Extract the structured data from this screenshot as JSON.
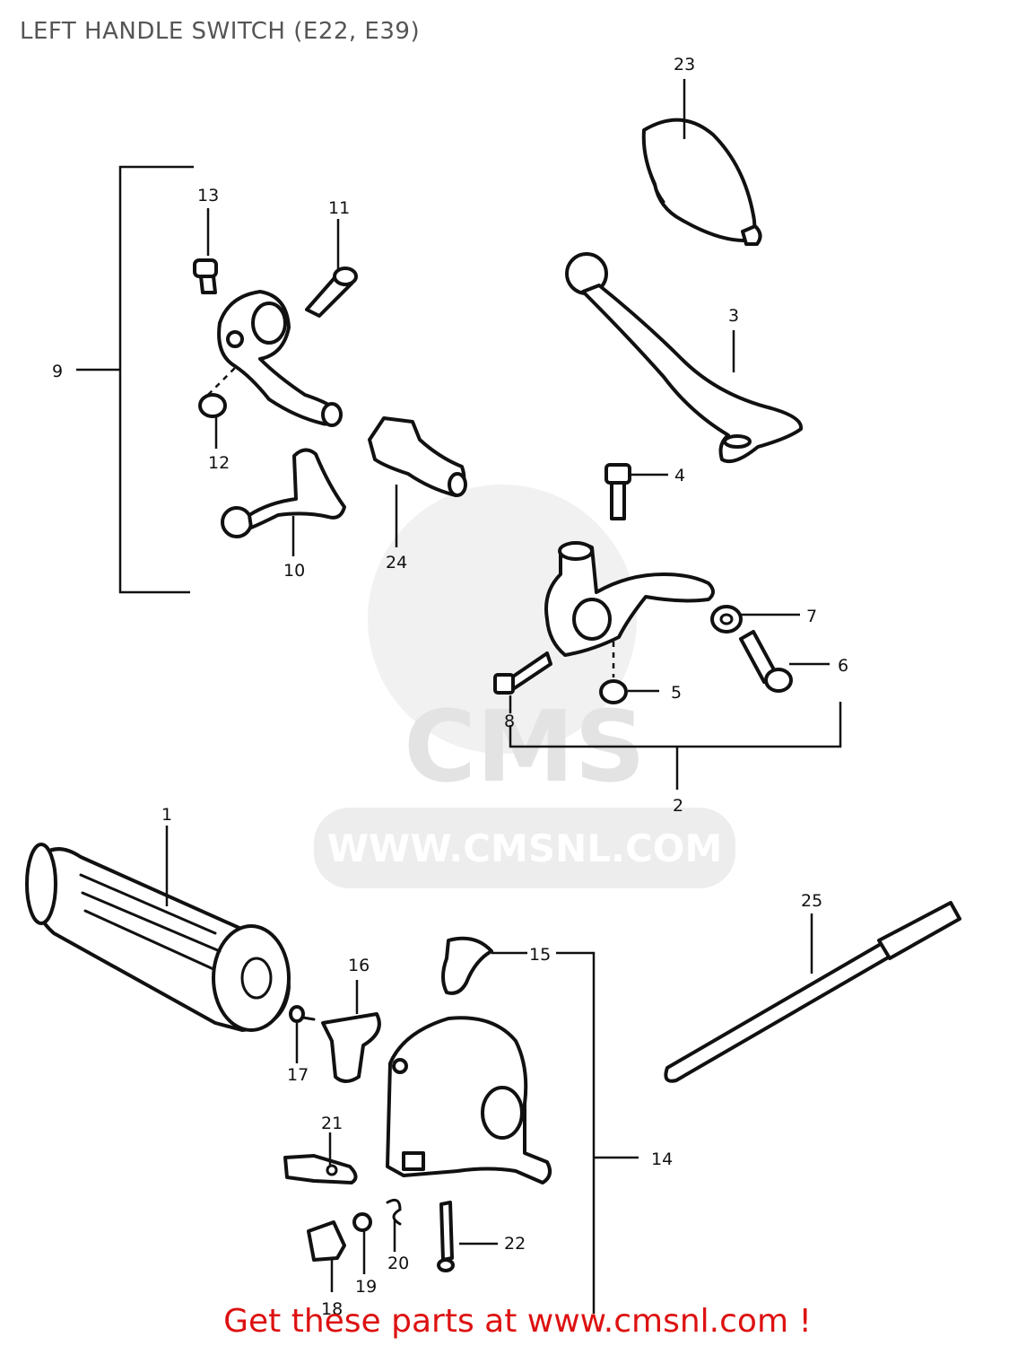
{
  "title": "LEFT HANDLE SWITCH (E22, E39)",
  "promo_text": "Get these parts at www.cmsnl.com !",
  "watermark": {
    "logo_text": "CMS",
    "url_text": "WWW.CMSNL.COM"
  },
  "colors": {
    "promo": "#dd1111",
    "title": "#555555",
    "watermark": "#e3e3e3"
  },
  "callouts": [
    {
      "id": "c1",
      "number": "1"
    },
    {
      "id": "c2",
      "number": "2"
    },
    {
      "id": "c3",
      "number": "3"
    },
    {
      "id": "c4",
      "number": "4"
    },
    {
      "id": "c5",
      "number": "5"
    },
    {
      "id": "c6",
      "number": "6"
    },
    {
      "id": "c7",
      "number": "7"
    },
    {
      "id": "c8",
      "number": "8"
    },
    {
      "id": "c9",
      "number": "9"
    },
    {
      "id": "c10",
      "number": "10"
    },
    {
      "id": "c11",
      "number": "11"
    },
    {
      "id": "c12",
      "number": "12"
    },
    {
      "id": "c13",
      "number": "13"
    },
    {
      "id": "c14",
      "number": "14"
    },
    {
      "id": "c15",
      "number": "15"
    },
    {
      "id": "c16",
      "number": "16"
    },
    {
      "id": "c17",
      "number": "17"
    },
    {
      "id": "c18",
      "number": "18"
    },
    {
      "id": "c19",
      "number": "19"
    },
    {
      "id": "c20",
      "number": "20"
    },
    {
      "id": "c21",
      "number": "21"
    },
    {
      "id": "c22",
      "number": "22"
    },
    {
      "id": "c23",
      "number": "23"
    },
    {
      "id": "c24",
      "number": "24"
    },
    {
      "id": "c25",
      "number": "25"
    }
  ]
}
